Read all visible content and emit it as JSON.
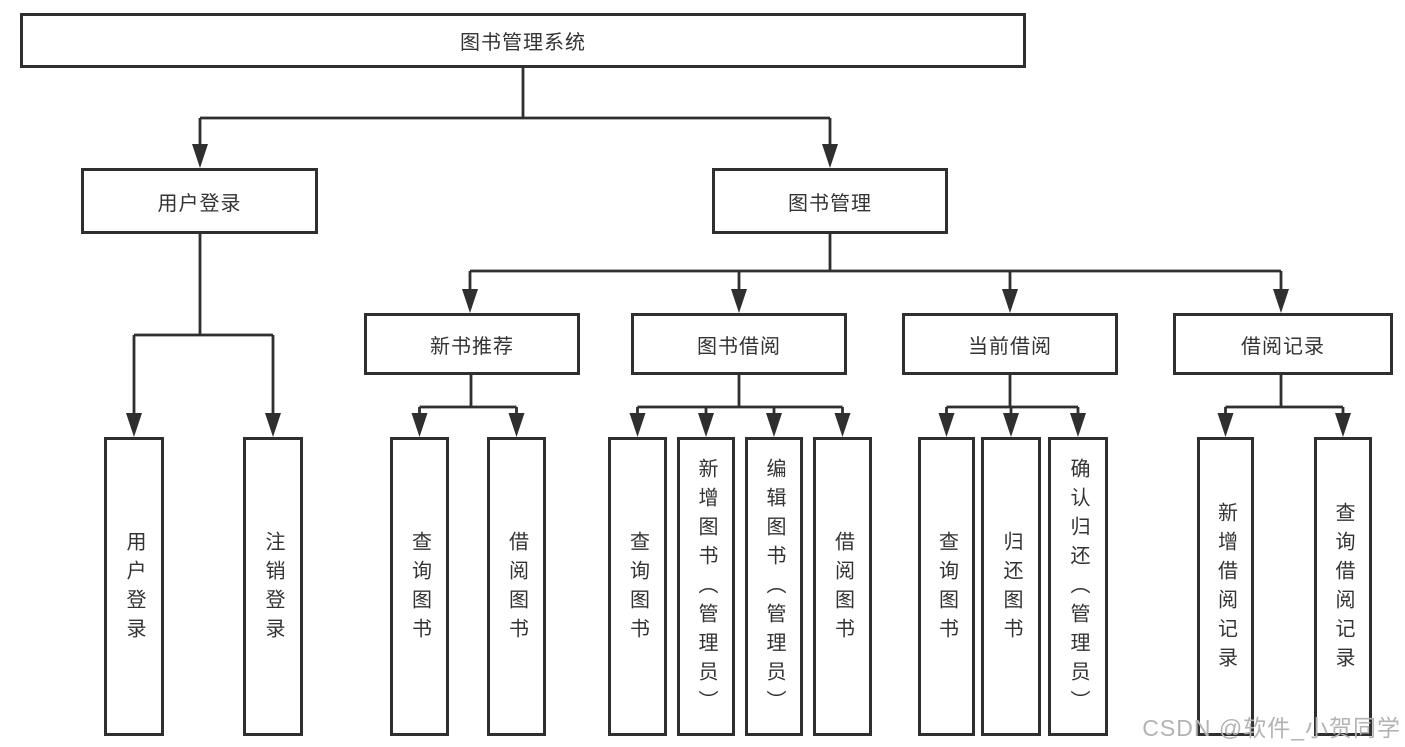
{
  "diagram": {
    "title_node": {
      "label": "图书管理系统"
    },
    "level2": [
      {
        "label": "用户登录"
      },
      {
        "label": "图书管理"
      }
    ],
    "level3": [
      {
        "label": "新书推荐"
      },
      {
        "label": "图书借阅"
      },
      {
        "label": "当前借阅"
      },
      {
        "label": "借阅记录"
      }
    ],
    "leaves": {
      "user_login": [
        "用户登录",
        "注销登录"
      ],
      "new_book_recommend": [
        "查询图书",
        "借阅图书"
      ],
      "book_borrow": [
        "查询图书",
        "新增图书（管理员）",
        "编辑图书（管理员）",
        "借阅图书"
      ],
      "current_borrow": [
        "查询图书",
        "归还图书",
        "确认归还（管理员）"
      ],
      "borrow_records": [
        "新增借阅记录",
        "查询借阅记录"
      ]
    }
  },
  "watermark": {
    "text": "CSDN @软件_小贺同学"
  },
  "colors": {
    "line": "#2f2f2f",
    "text": "#333333",
    "background": "#ffffff",
    "watermark": "#b3b3b3"
  }
}
